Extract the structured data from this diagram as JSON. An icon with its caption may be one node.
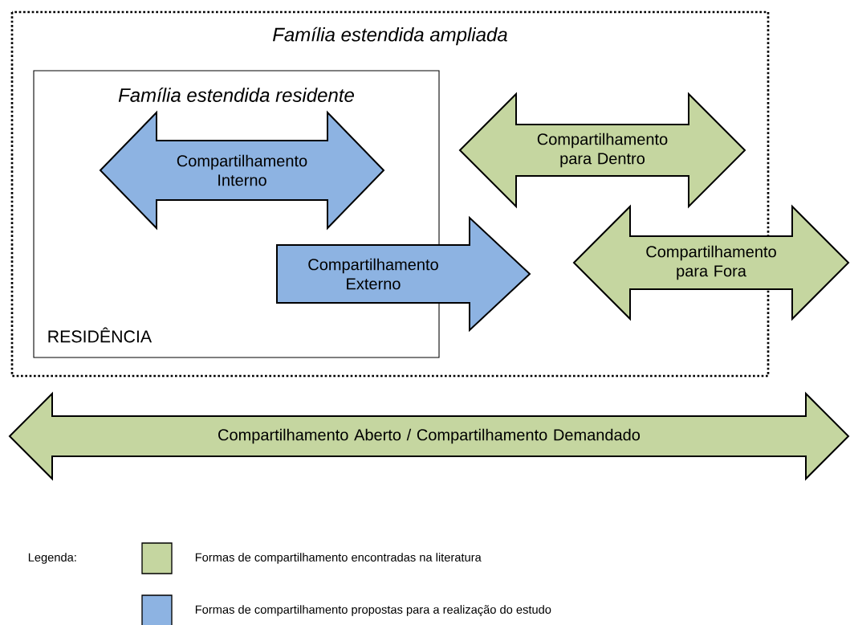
{
  "diagram": {
    "nodes": [
      {
        "text": [
          "Família estendida ampliada"
        ]
      },
      {
        "text": [
          "Família estendida residente",
          "RESIDÊNCIA"
        ],
        "in": 0
      },
      {
        "text": [
          "Compartilhamento Interno"
        ],
        "in": 1
      },
      {
        "text": [
          "Compartilhamento para Dentro"
        ],
        "in": 0
      },
      {
        "text": [
          "Compartilhamento Externo"
        ],
        "in": 0
      },
      {
        "text": [
          "Compartilhamento para Fora"
        ]
      },
      {
        "text": [
          "Compartilhamento Aberto / Compartilhamento Demandado"
        ]
      }
    ],
    "edges": [],
    "labels": [
      "Legenda:"
    ],
    "legend": [
      {
        "text": "Formas de compartilhamento encontradas na literatura",
        "color": "#c5d6a0"
      },
      {
        "text": "Formas de compartilhamento propostas para a realização do estudo",
        "color": "#8db3e2"
      }
    ]
  }
}
